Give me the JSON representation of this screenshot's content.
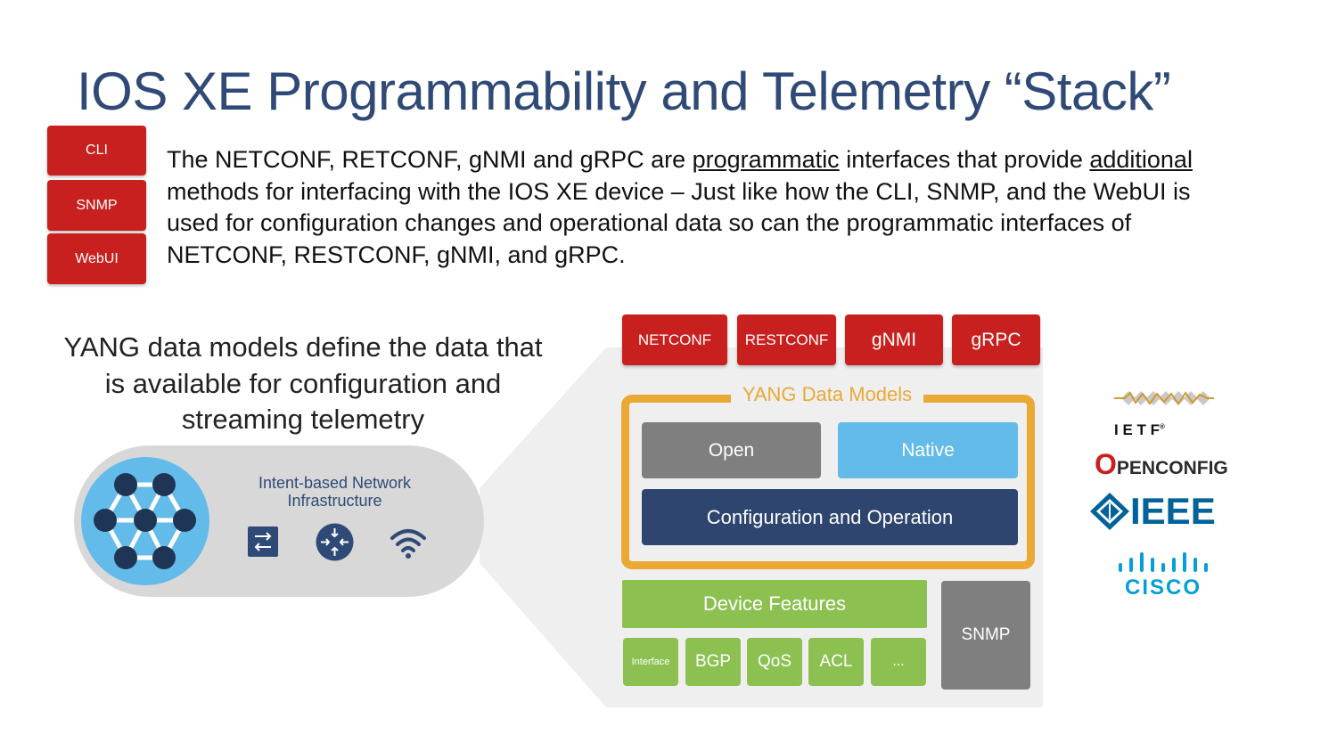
{
  "title": "IOS XE Programmability and Telemetry “Stack”",
  "side_buttons": [
    "CLI",
    "SNMP",
    "WebUI"
  ],
  "description": {
    "p1": "The NETCONF, RETCONF, gNMI and gRPC are ",
    "u1": "programmatic",
    "p2": " interfaces that provide ",
    "u2": "additional",
    "p3": " methods for interfacing with the IOS XE device – Just like how the CLI, SNMP, and the WebUI is used for configuration changes and operational data so can the programmatic interfaces of NETCONF, RESTCONF, gNMI, and gRPC."
  },
  "yang_statement": "YANG data models define the data that is available for configuration and streaming telemetry",
  "infrastructure_label": "Intent-based Network Infrastructure",
  "interfaces": [
    "NETCONF",
    "RESTCONF",
    "gNMI",
    "gRPC"
  ],
  "yang_models": {
    "label": "YANG Data Models",
    "open": "Open",
    "native": "Native",
    "config_op": "Configuration and Operation"
  },
  "device_features": {
    "label": "Device Features",
    "items": [
      "Interface",
      "BGP",
      "QoS",
      "ACL",
      "..."
    ]
  },
  "snmp_block": "SNMP",
  "logos": {
    "ietf": "I E T F",
    "ietf_reg": "®",
    "openconfig_o": "O",
    "openconfig_rest": "PENCONFIG",
    "ieee": "IEEE",
    "cisco": "CISCO"
  },
  "colors": {
    "title": "#2f4a76",
    "red": "#c8201e",
    "yang_frame": "#eaa935",
    "open": "#7f7f7f",
    "native": "#63bbea",
    "config": "#2e4570",
    "device_features": "#8cc152",
    "snmp": "#7f7f7f",
    "ieee": "#00629b",
    "cisco": "#049fd9"
  }
}
